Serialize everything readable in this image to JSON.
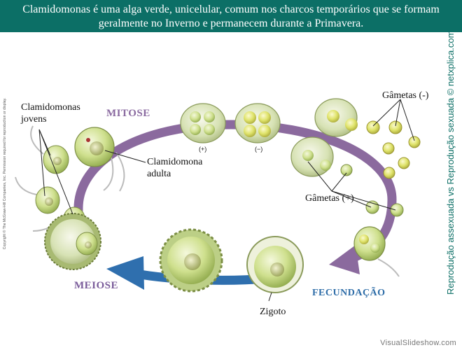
{
  "header": {
    "line1": "Clamidomonas é uma alga verde, unicelular, comum nos charcos temporários que se formam",
    "line2": "geralmente no Inverno e permanecem durante a Primavera."
  },
  "side_title": "Reprodução assexuada vs Reprodução sexuada © netxplica.com",
  "copyright": "Copyright © The McGraw-Hill Companies, Inc. Permission required for reproduction or display.",
  "labels": {
    "clamidomonas_jovens_1": "Clamidomonas",
    "clamidomonas_jovens_2": "jovens",
    "clamidomona_adulta_1": "Clamidomona",
    "clamidomona_adulta_2": "adulta",
    "gametas_minus": "Gâmetas (-)",
    "gametas_plus": "Gâmetas (+)",
    "zigoto": "Zigoto",
    "sign_plus": "(+)",
    "sign_minus": "(−)"
  },
  "stages": {
    "mitose": "MITOSE",
    "meiose": "MEIOSE",
    "fecundacao": "FECUNDAÇÃO"
  },
  "colors": {
    "header_bg": "#0c6f66",
    "side_title": "#0c6f66",
    "cycle_purple": "#8b6a9e",
    "cycle_blue": "#2f6fae",
    "cell_green": "#c9dc8a"
  },
  "footer": "VisualSlideshow.com"
}
